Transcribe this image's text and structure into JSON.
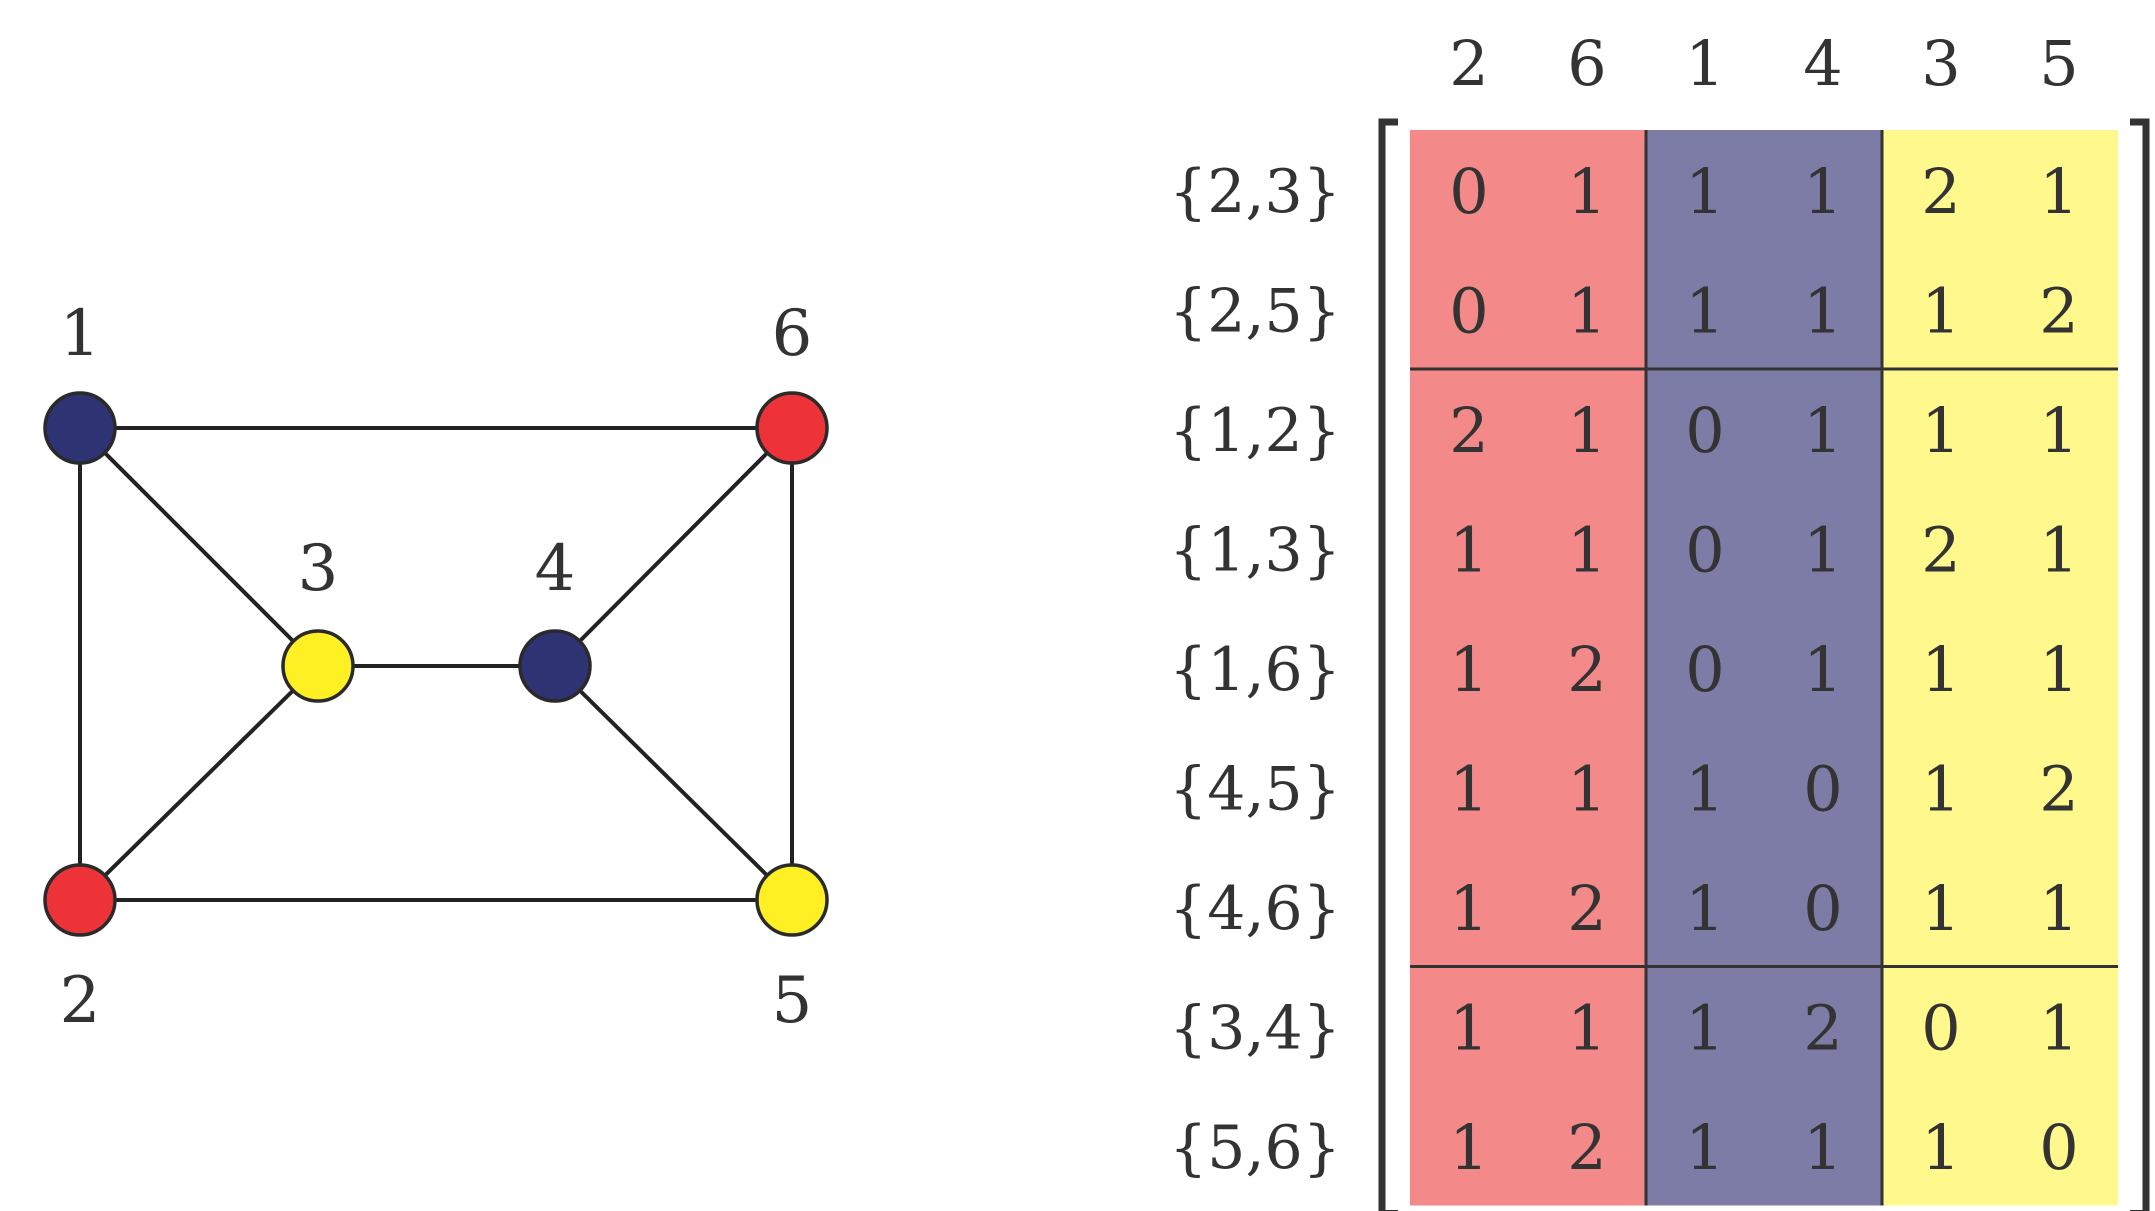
{
  "graph": {
    "colors": {
      "red": "#ee3338",
      "blue": "#2e3373",
      "yellow": "#fff023",
      "edge": "#222222"
    },
    "nodes": [
      {
        "id": "1",
        "label": "1",
        "color": "blue"
      },
      {
        "id": "2",
        "label": "2",
        "color": "red"
      },
      {
        "id": "3",
        "label": "3",
        "color": "yellow"
      },
      {
        "id": "4",
        "label": "4",
        "color": "blue"
      },
      {
        "id": "5",
        "label": "5",
        "color": "yellow"
      },
      {
        "id": "6",
        "label": "6",
        "color": "red"
      }
    ],
    "edges": [
      [
        "1",
        "6"
      ],
      [
        "1",
        "2"
      ],
      [
        "1",
        "3"
      ],
      [
        "2",
        "3"
      ],
      [
        "2",
        "5"
      ],
      [
        "3",
        "4"
      ],
      [
        "4",
        "6"
      ],
      [
        "4",
        "5"
      ],
      [
        "5",
        "6"
      ]
    ]
  },
  "matrix": {
    "column_labels": [
      "2",
      "6",
      "1",
      "4",
      "3",
      "5"
    ],
    "row_labels": [
      "{2,3}",
      "{2,5}",
      "{1,2}",
      "{1,3}",
      "{1,6}",
      "{4,5}",
      "{4,6}",
      "{3,4}",
      "{5,6}"
    ],
    "column_group_colors": [
      "#f48989",
      "#7c7ca6",
      "#fff98d"
    ],
    "values": [
      [
        "0",
        "1",
        "1",
        "1",
        "2",
        "1"
      ],
      [
        "0",
        "1",
        "1",
        "1",
        "1",
        "2"
      ],
      [
        "2",
        "1",
        "0",
        "1",
        "1",
        "1"
      ],
      [
        "1",
        "1",
        "0",
        "1",
        "2",
        "1"
      ],
      [
        "1",
        "2",
        "0",
        "1",
        "1",
        "1"
      ],
      [
        "1",
        "1",
        "1",
        "0",
        "1",
        "2"
      ],
      [
        "1",
        "2",
        "1",
        "0",
        "1",
        "1"
      ],
      [
        "1",
        "1",
        "1",
        "2",
        "0",
        "1"
      ],
      [
        "1",
        "2",
        "1",
        "1",
        "1",
        "0"
      ]
    ]
  }
}
